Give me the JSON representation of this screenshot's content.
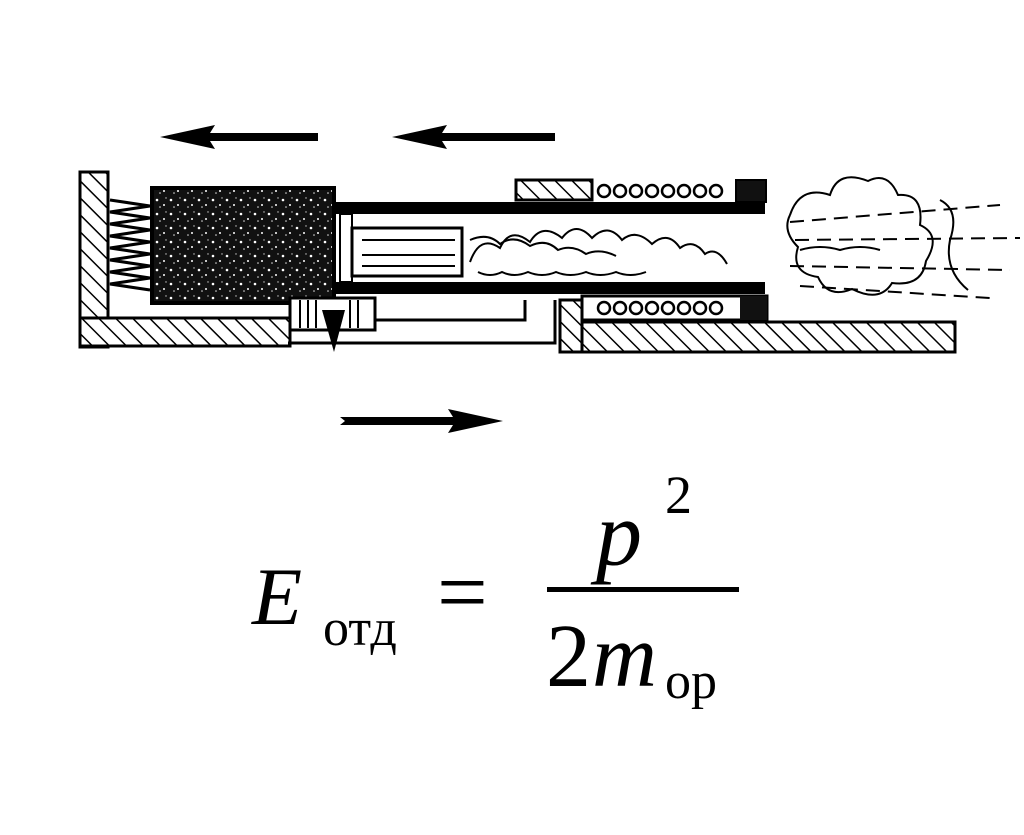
{
  "formula": {
    "lhs_symbol": "E",
    "lhs_subscript": "отд",
    "equals": "=",
    "numerator_symbol": "p",
    "numerator_exponent": "2",
    "denominator_coefficient": "2",
    "denominator_symbol": "m",
    "denominator_subscript": "ор"
  },
  "colors": {
    "ink": "#000000",
    "background": "#ffffff"
  }
}
